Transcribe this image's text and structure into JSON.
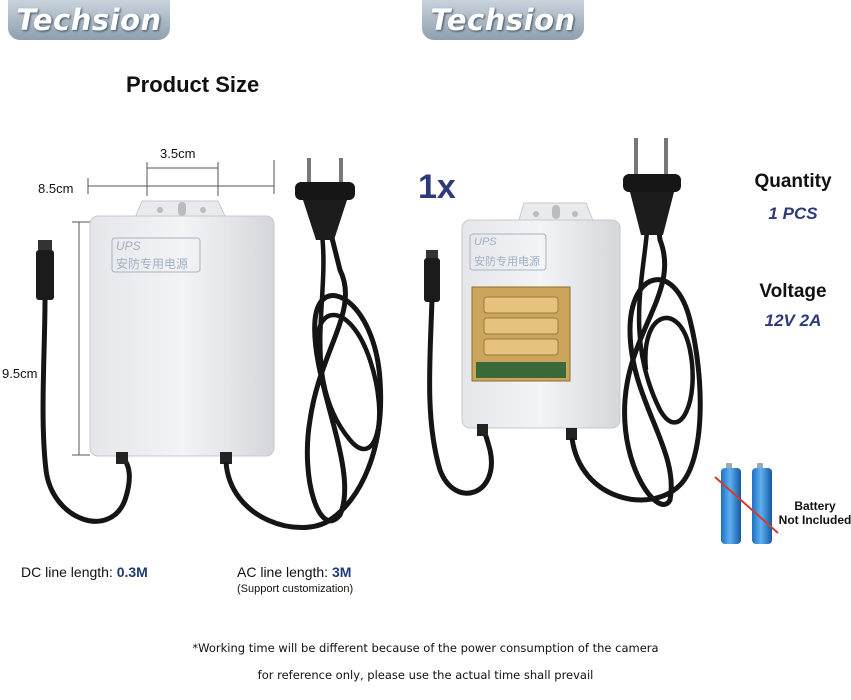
{
  "brand": {
    "left": "Techsion",
    "right": "Techsion"
  },
  "product_size": {
    "title": "Product Size",
    "width_label": "3.5cm",
    "depth_label": "8.5cm",
    "height_label": "9.5cm"
  },
  "box_label": {
    "line1": "UPS",
    "line2": "安防专用电源"
  },
  "quantity_badge": "1x",
  "specs": {
    "quantity_title": "Quantity",
    "quantity_value": "1 PCS",
    "voltage_title": "Voltage",
    "voltage_value": "12V 2A"
  },
  "battery": {
    "line1": "Battery",
    "line2": "Not Included"
  },
  "lines": {
    "dc_label": "DC line length: ",
    "dc_value": "0.3M",
    "ac_label": "AC line length: ",
    "ac_value": "3M",
    "ac_note": "(Support customization)"
  },
  "footnote": {
    "line1": "*Working time will be different because of the power consumption of the camera",
    "line2": "for reference only, please use the actual time shall prevail"
  }
}
